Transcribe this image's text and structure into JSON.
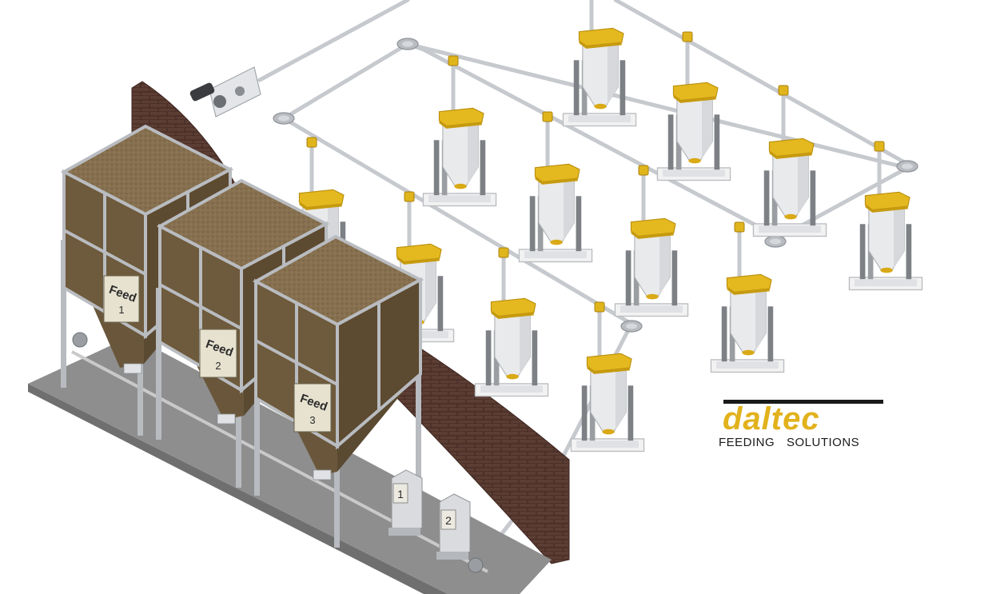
{
  "silos": [
    {
      "word": "Feed",
      "number": "1"
    },
    {
      "word": "Feed",
      "number": "2"
    },
    {
      "word": "Feed",
      "number": "3"
    }
  ],
  "dosers": [
    {
      "number": "1"
    },
    {
      "number": "2"
    }
  ],
  "logo": {
    "brand": "daltec",
    "tagline_left": "FEEDING",
    "tagline_right": "SOLUTIONS"
  },
  "colors": {
    "feeder_lid": "#e2b71e",
    "silo_fill": "#6e5a3c",
    "silo_top": "#8a7050",
    "brick": "#5a3b31",
    "pipe": "#c9ccd0",
    "floor": "#8c8c8c",
    "logo_gold": "#e2b21c"
  }
}
